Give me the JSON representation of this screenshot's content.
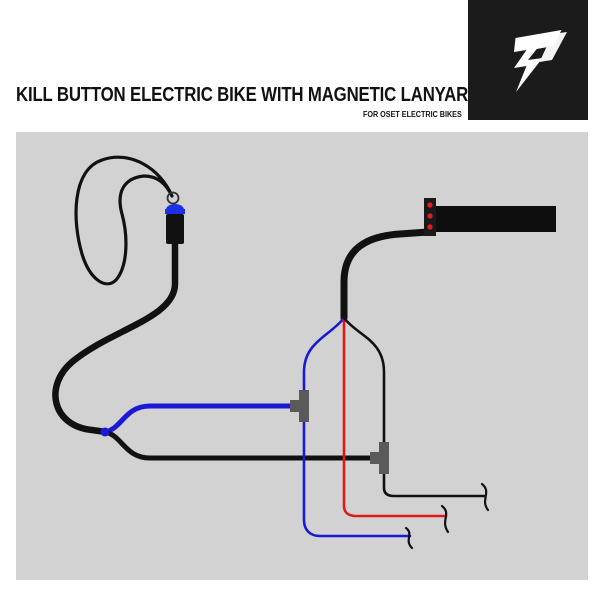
{
  "header": {
    "title": "KILL BUTTON ELECTRIC BIKE WITH MAGNETIC LANYARD",
    "subtitle": "FOR OSET ELECTRIC BIKES",
    "logo_icon": "oset-lightning-logo-icon"
  },
  "colors": {
    "panel_background": "#d2d2d2",
    "logo_background": "#1b1b1b",
    "cable_black": "#111111",
    "wire_blue": "#1a1ad6",
    "wire_red": "#e01818",
    "connector_grey": "#5a5a5a",
    "magnet_blue": "#1e2fe8",
    "button_red": "#e02020"
  },
  "components": {
    "lanyard": "lanyard-loop",
    "magnetic_connector": "magnetic-connector-icon",
    "handlebar_switch": "handlebar-kill-switch-icon",
    "t_connectors": [
      "t-connector-blue",
      "t-connector-black"
    ],
    "wire_ends": [
      "wire-end-black",
      "wire-end-red",
      "wire-end-blue"
    ]
  }
}
